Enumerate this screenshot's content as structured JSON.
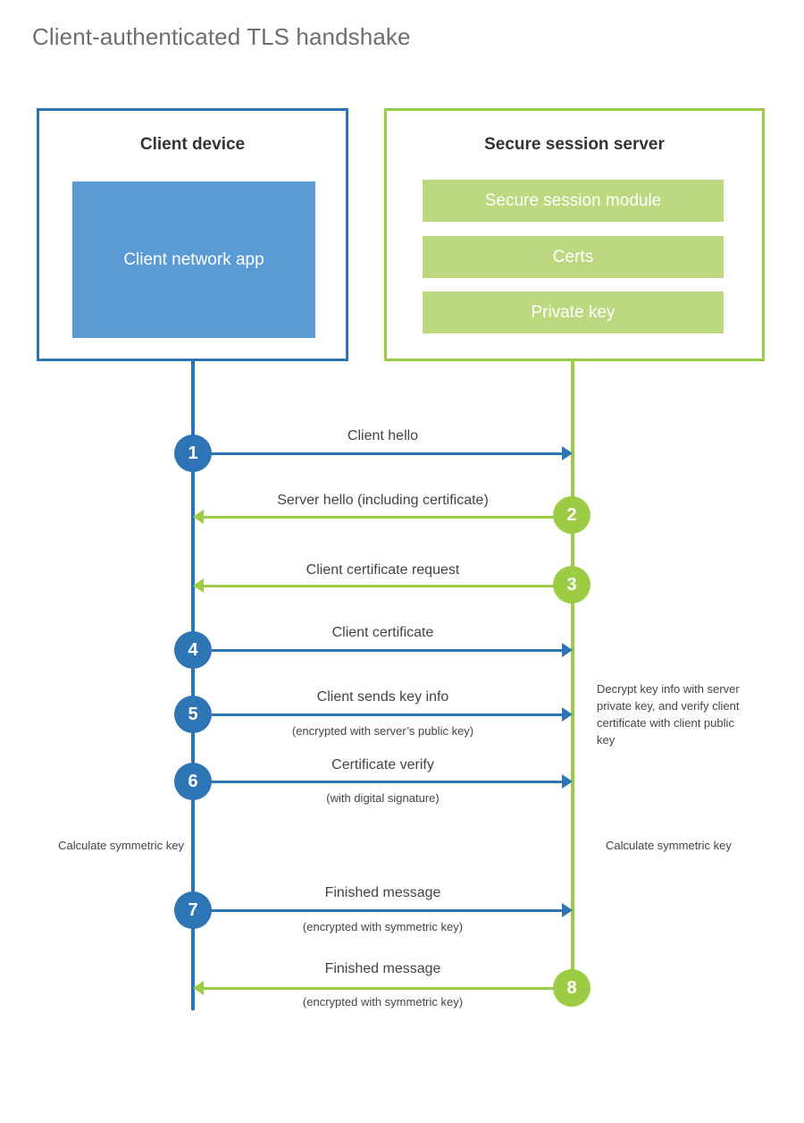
{
  "title": "Client-authenticated TLS handshake",
  "colors": {
    "client_blue": "#2E75B6",
    "client_app_fill": "#5B9BD5",
    "server_green": "#9CCC43",
    "server_bar_fill": "#BCD980",
    "title_gray": "#6E6E6E",
    "text_dark": "#444444"
  },
  "actors": {
    "client": {
      "title": "Client device",
      "app_label": "Client network app"
    },
    "server": {
      "title": "Secure session server",
      "modules": [
        "Secure session module",
        "Certs",
        "Private key"
      ]
    }
  },
  "steps": [
    {
      "number": "1",
      "label": "Client hello",
      "sublabel": "",
      "direction": "client-to-server",
      "color": "blue"
    },
    {
      "number": "2",
      "label": "Server hello (including certificate)",
      "sublabel": "",
      "direction": "server-to-client",
      "color": "green"
    },
    {
      "number": "3",
      "label": "Client certificate request",
      "sublabel": "",
      "direction": "server-to-client",
      "color": "green"
    },
    {
      "number": "4",
      "label": "Client certificate",
      "sublabel": "",
      "direction": "client-to-server",
      "color": "blue"
    },
    {
      "number": "5",
      "label": "Client sends key info",
      "sublabel": "(encrypted with server’s public key)",
      "direction": "client-to-server",
      "color": "blue"
    },
    {
      "number": "6",
      "label": "Certificate verify",
      "sublabel": "(with digital signature)",
      "direction": "client-to-server",
      "color": "blue"
    },
    {
      "number": "7",
      "label": "Finished message",
      "sublabel": "(encrypted with symmetric key)",
      "direction": "client-to-server",
      "color": "blue"
    },
    {
      "number": "8",
      "label": "Finished message",
      "sublabel": "(encrypted with symmetric key)",
      "direction": "server-to-client",
      "color": "green"
    }
  ],
  "notes": {
    "server_decrypt": "Decrypt key info with server private key, and verify client certificate with client public key",
    "client_calculate": "Calculate symmetric key",
    "server_calculate": "Calculate symmetric key"
  }
}
